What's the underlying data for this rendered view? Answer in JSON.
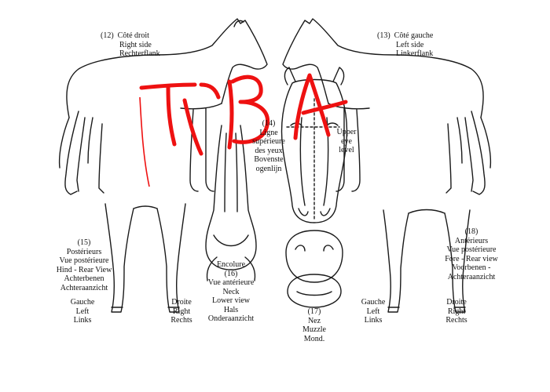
{
  "colors": {
    "line": "#1a1a1a",
    "scribble": "#ee1111",
    "background": "#ffffff"
  },
  "labels": {
    "right_side": {
      "num": "(12)",
      "lines": [
        "Côté droit",
        "Right side",
        "Rechterflank"
      ]
    },
    "left_side": {
      "num": "(13)",
      "lines": [
        "Côté gauche",
        "Left side",
        "Linkerflank"
      ]
    },
    "eye_line": {
      "lines": [
        "(14)",
        "Ligne",
        "supérieure",
        "des yeux",
        "Bovenste",
        "ogenlijn"
      ]
    },
    "upper_eye": {
      "lines": [
        "Upper",
        "eye",
        "level"
      ]
    },
    "hind": {
      "lines": [
        "(15)",
        "Postérieurs",
        "Vue postérieure",
        "Hind - Rear View",
        "Achterbenen",
        "Achteraanzicht"
      ]
    },
    "neck": {
      "lines": [
        "Encolure",
        "(16)",
        "Vue antérieure",
        "Neck",
        "Lower view",
        "Hals",
        "Onderaanzicht"
      ]
    },
    "muzzle": {
      "lines": [
        "(17)",
        "Nez",
        "Muzzle",
        "Mond."
      ]
    },
    "fore": {
      "lines": [
        "(18)",
        "Antérieurs",
        "Vue postérieure",
        "Fore - Rear view",
        "Voorbenen -",
        "Achteraanzicht"
      ]
    },
    "hind_left": {
      "lines": [
        "Gauche",
        "Left",
        "Links"
      ]
    },
    "hind_right": {
      "lines": [
        "Droite",
        "Right",
        "Rechts"
      ]
    },
    "fore_left": {
      "lines": [
        "Gauche",
        "Left",
        "Links"
      ]
    },
    "fore_right": {
      "lines": [
        "Droite",
        "Right",
        "Rechts"
      ]
    }
  },
  "scribble_text": "TIBA"
}
